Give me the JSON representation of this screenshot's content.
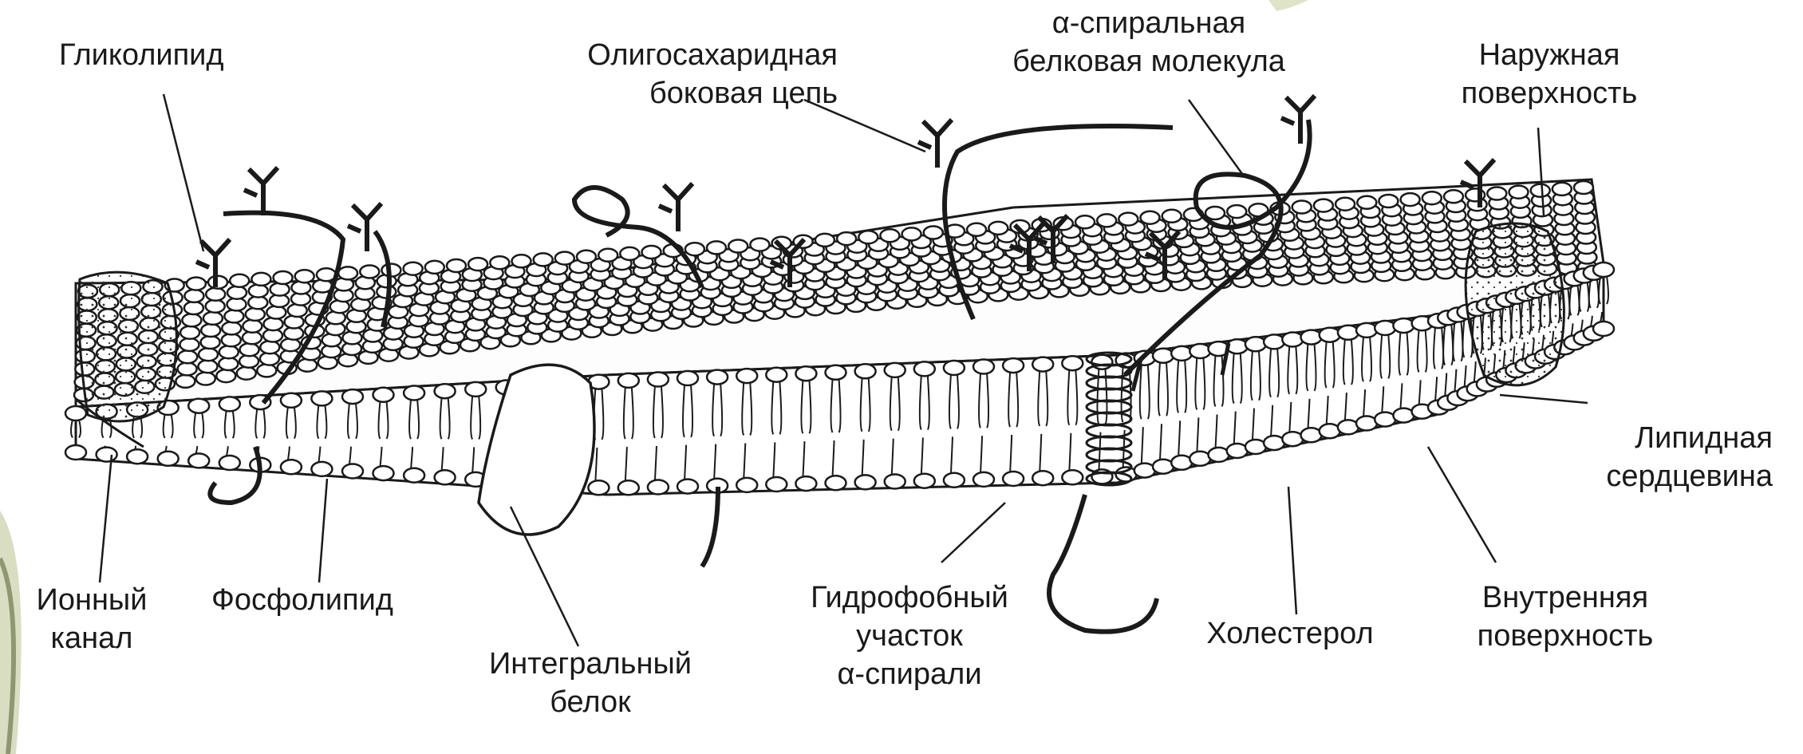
{
  "diagram": {
    "labels": {
      "glycolipid": [
        "Гликолипид"
      ],
      "oligosaccharide": [
        "Олигосахаридная",
        "боковая цепь"
      ],
      "alpha_helix_protein": [
        "α-спиральная",
        "белковая молекула"
      ],
      "outer_surface": [
        "Наружная",
        "поверхность"
      ],
      "lipid_core": [
        "Липидная",
        "сердцевина"
      ],
      "inner_surface": [
        "Внутренняя",
        "поверхность"
      ],
      "cholesterol": [
        "Холестерол"
      ],
      "hydrophobic_segment": [
        "Гидрофобный",
        "участок",
        "α-спирали"
      ],
      "integral_protein": [
        "Интегральный",
        "белок"
      ],
      "phospholipid": [
        "Фосфолипид"
      ],
      "ion_channel": [
        "Ионный",
        "канал"
      ]
    },
    "colors": {
      "ink": "#1a1a1a",
      "paper": "#ffffff",
      "corner_accent": "#b9c29a"
    }
  }
}
